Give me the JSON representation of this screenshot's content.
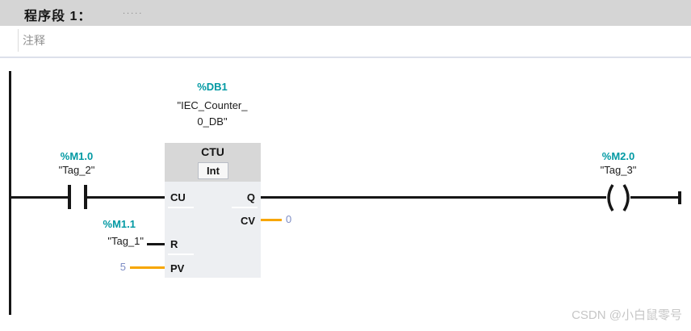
{
  "network_header": {
    "title": "程序段 1：",
    "title_dots": ".....",
    "comment_placeholder": "注释"
  },
  "ladder": {
    "contact": {
      "address": "%M1.0",
      "tag": "\"Tag_2\""
    },
    "counter_block": {
      "db_address": "%DB1",
      "db_name_line1": "\"IEC_Counter_",
      "db_name_line2": "0_DB\"",
      "instruction": "CTU",
      "data_type": "Int",
      "pins": {
        "cu": "CU",
        "q": "Q",
        "cv": "CV",
        "r": "R",
        "pv": "PV"
      },
      "cv_value": "0",
      "pv_value": "5"
    },
    "reset_operand": {
      "address": "%M1.1",
      "tag": "\"Tag_1\""
    },
    "coil": {
      "address": "%M2.0",
      "tag": "\"Tag_3\""
    }
  },
  "watermark": "CSDN @小白鼠零号",
  "colors": {
    "address_teal": "#0099a3",
    "value_blue": "#7d8cc4",
    "wire_orange": "#f7a600",
    "header_gray": "#d5d5d5",
    "block_body": "#edeff2",
    "block_head": "#d7d7d7"
  }
}
